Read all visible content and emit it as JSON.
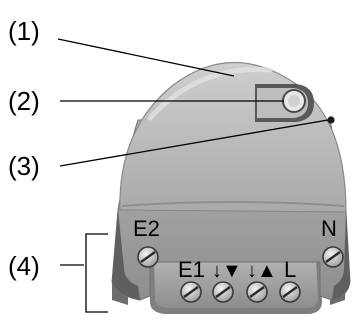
{
  "callouts": [
    {
      "id": "1",
      "label": "(1)"
    },
    {
      "id": "2",
      "label": "(2)"
    },
    {
      "id": "3",
      "label": "(3)"
    },
    {
      "id": "4",
      "label": "(4)"
    }
  ],
  "terminals": {
    "e2": "E2",
    "n": "N",
    "e1": "E1",
    "down": "↓▼",
    "up": "↓▲",
    "l": "L"
  }
}
